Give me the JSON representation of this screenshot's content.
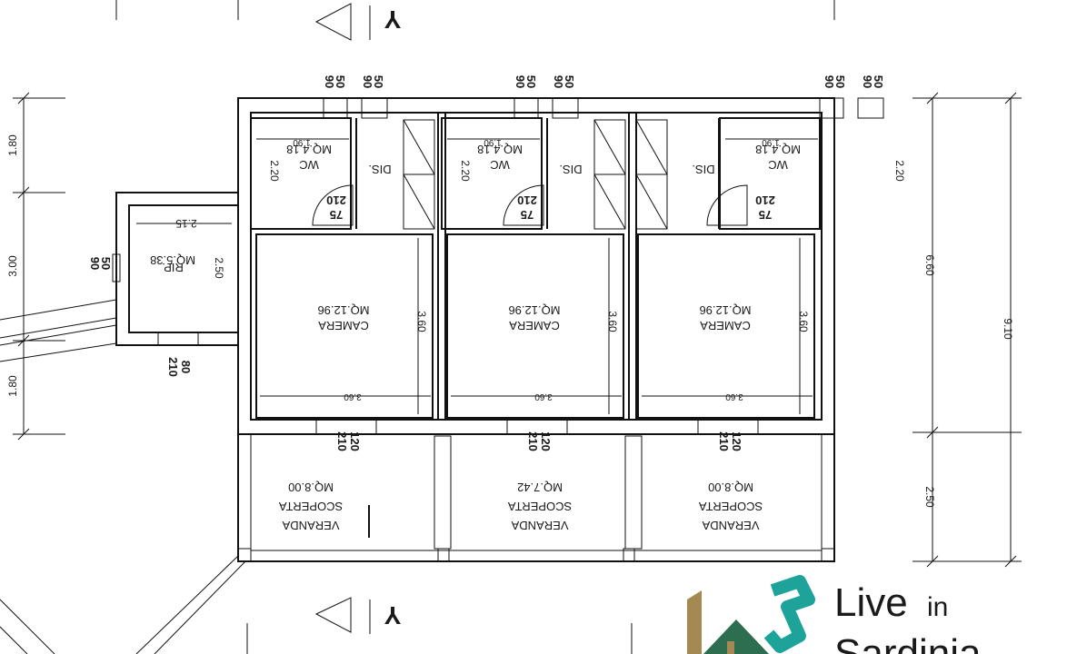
{
  "plan": {
    "north_marker": "Y",
    "rooms": {
      "rip": {
        "name": "RIP.",
        "area": "MQ.5.38",
        "dim_w": "2.15",
        "dim_h": "2.50"
      },
      "rip_window": {
        "top": "50",
        "bottom": "90"
      },
      "rip_door": {
        "top": "80",
        "bottom": "210"
      },
      "units": [
        {
          "wc_name": "WC",
          "wc_area": "MQ.4.18",
          "wc_w": "1.90",
          "wc_h": "2.20",
          "dis": "DIS.",
          "door_top": "75",
          "door_bottom": "210",
          "cam_name": "CAMERA",
          "cam_area": "MQ.12.96",
          "cam_w": "3.60",
          "cam_h": "3.60",
          "win_a_1": "90",
          "win_a_2": "50",
          "win_b_1": "90",
          "win_b_2": "50",
          "entry_1": "210",
          "entry_2": "120",
          "ver_l1": "VERANDA",
          "ver_l2": "SCOPERTA",
          "ver_area": "MQ.8.00"
        },
        {
          "wc_name": "WC",
          "wc_area": "MQ.4.18",
          "wc_w": "1.90",
          "wc_h": "2.20",
          "dis": "DIS.",
          "door_top": "75",
          "door_bottom": "210",
          "cam_name": "CAMERA",
          "cam_area": "MQ.12.96",
          "cam_w": "3.60",
          "cam_h": "3.60",
          "win_a_1": "90",
          "win_a_2": "50",
          "win_b_1": "90",
          "win_b_2": "50",
          "entry_1": "210",
          "entry_2": "120",
          "ver_l1": "VERANDA",
          "ver_l2": "SCOPERTA",
          "ver_area": "MQ.7.42"
        },
        {
          "wc_name": "WC",
          "wc_area": "MQ.4.18",
          "wc_w": "1.90",
          "wc_h": "2.20",
          "dis": "DIS.",
          "door_top": "75",
          "door_bottom": "210",
          "cam_name": "CAMERA",
          "cam_area": "MQ.12.96",
          "cam_w": "3.60",
          "cam_h": "3.60",
          "win_a_1": "90",
          "win_a_2": "50",
          "win_b_1": "90",
          "win_b_2": "50",
          "entry_1": "210",
          "entry_2": "120",
          "ver_l1": "VERANDA",
          "ver_l2": "SCOPERTA",
          "ver_area": "MQ.8.00"
        }
      ]
    },
    "left_dims": {
      "a": "1.80",
      "b": "3.00",
      "c": "1.80"
    },
    "right_dims": {
      "a": "6.60",
      "b": "2.50",
      "total": "9.10"
    }
  },
  "logo": {
    "live": "Live",
    "in": "in",
    "sardinia": "Sardinia"
  },
  "colors": {
    "ink": "#111111",
    "logo_gold": "#a48a52",
    "logo_teal": "#1da39a",
    "logo_green": "#2e6e50"
  }
}
